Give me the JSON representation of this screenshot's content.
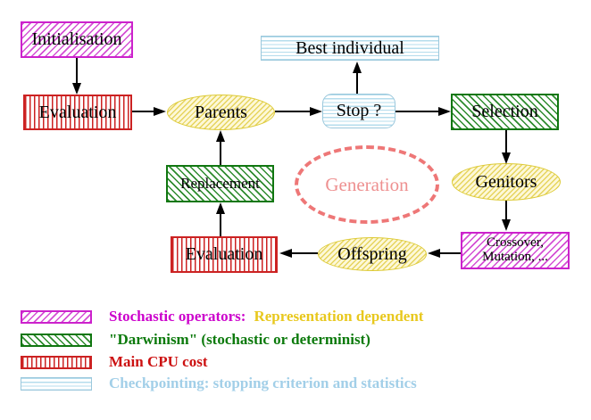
{
  "nodes": {
    "initialisation": "Initialisation",
    "evaluation_top": "Evaluation",
    "parents": "Parents",
    "best_individual": "Best individual",
    "stop": "Stop ?",
    "selection": "Selection",
    "replacement": "Replacement",
    "generation": "Generation",
    "genitors": "Genitors",
    "crossover_line1": "Crossover,",
    "crossover_line2": "Mutation, ...",
    "offspring": "Offspring",
    "evaluation_bottom": "Evaluation"
  },
  "legend": {
    "stochastic_label": "Stochastic operators:",
    "stochastic_extra": "Representation dependent",
    "darwinism_label": "\"Darwinism\" (stochastic or determinist)",
    "cpu_label": "Main CPU cost",
    "checkpointing_label": "Checkpointing: stopping criterion and statistics"
  },
  "colors": {
    "magenta": "#cc22cc",
    "red": "#cc2222",
    "green": "#117711",
    "cyan_border": "#9cc8dc",
    "yellow_fill": "#fdf8d8",
    "yellow_border": "#ddca35",
    "salmon_dash": "#ee7777",
    "legend_magenta_text": "#cc00cc",
    "legend_yellow_text": "#e8c81e",
    "legend_green_text": "#0c7a0c",
    "legend_red_text": "#cc1111",
    "legend_cyan_text": "#a2cfe8",
    "arrow": "#000000"
  }
}
